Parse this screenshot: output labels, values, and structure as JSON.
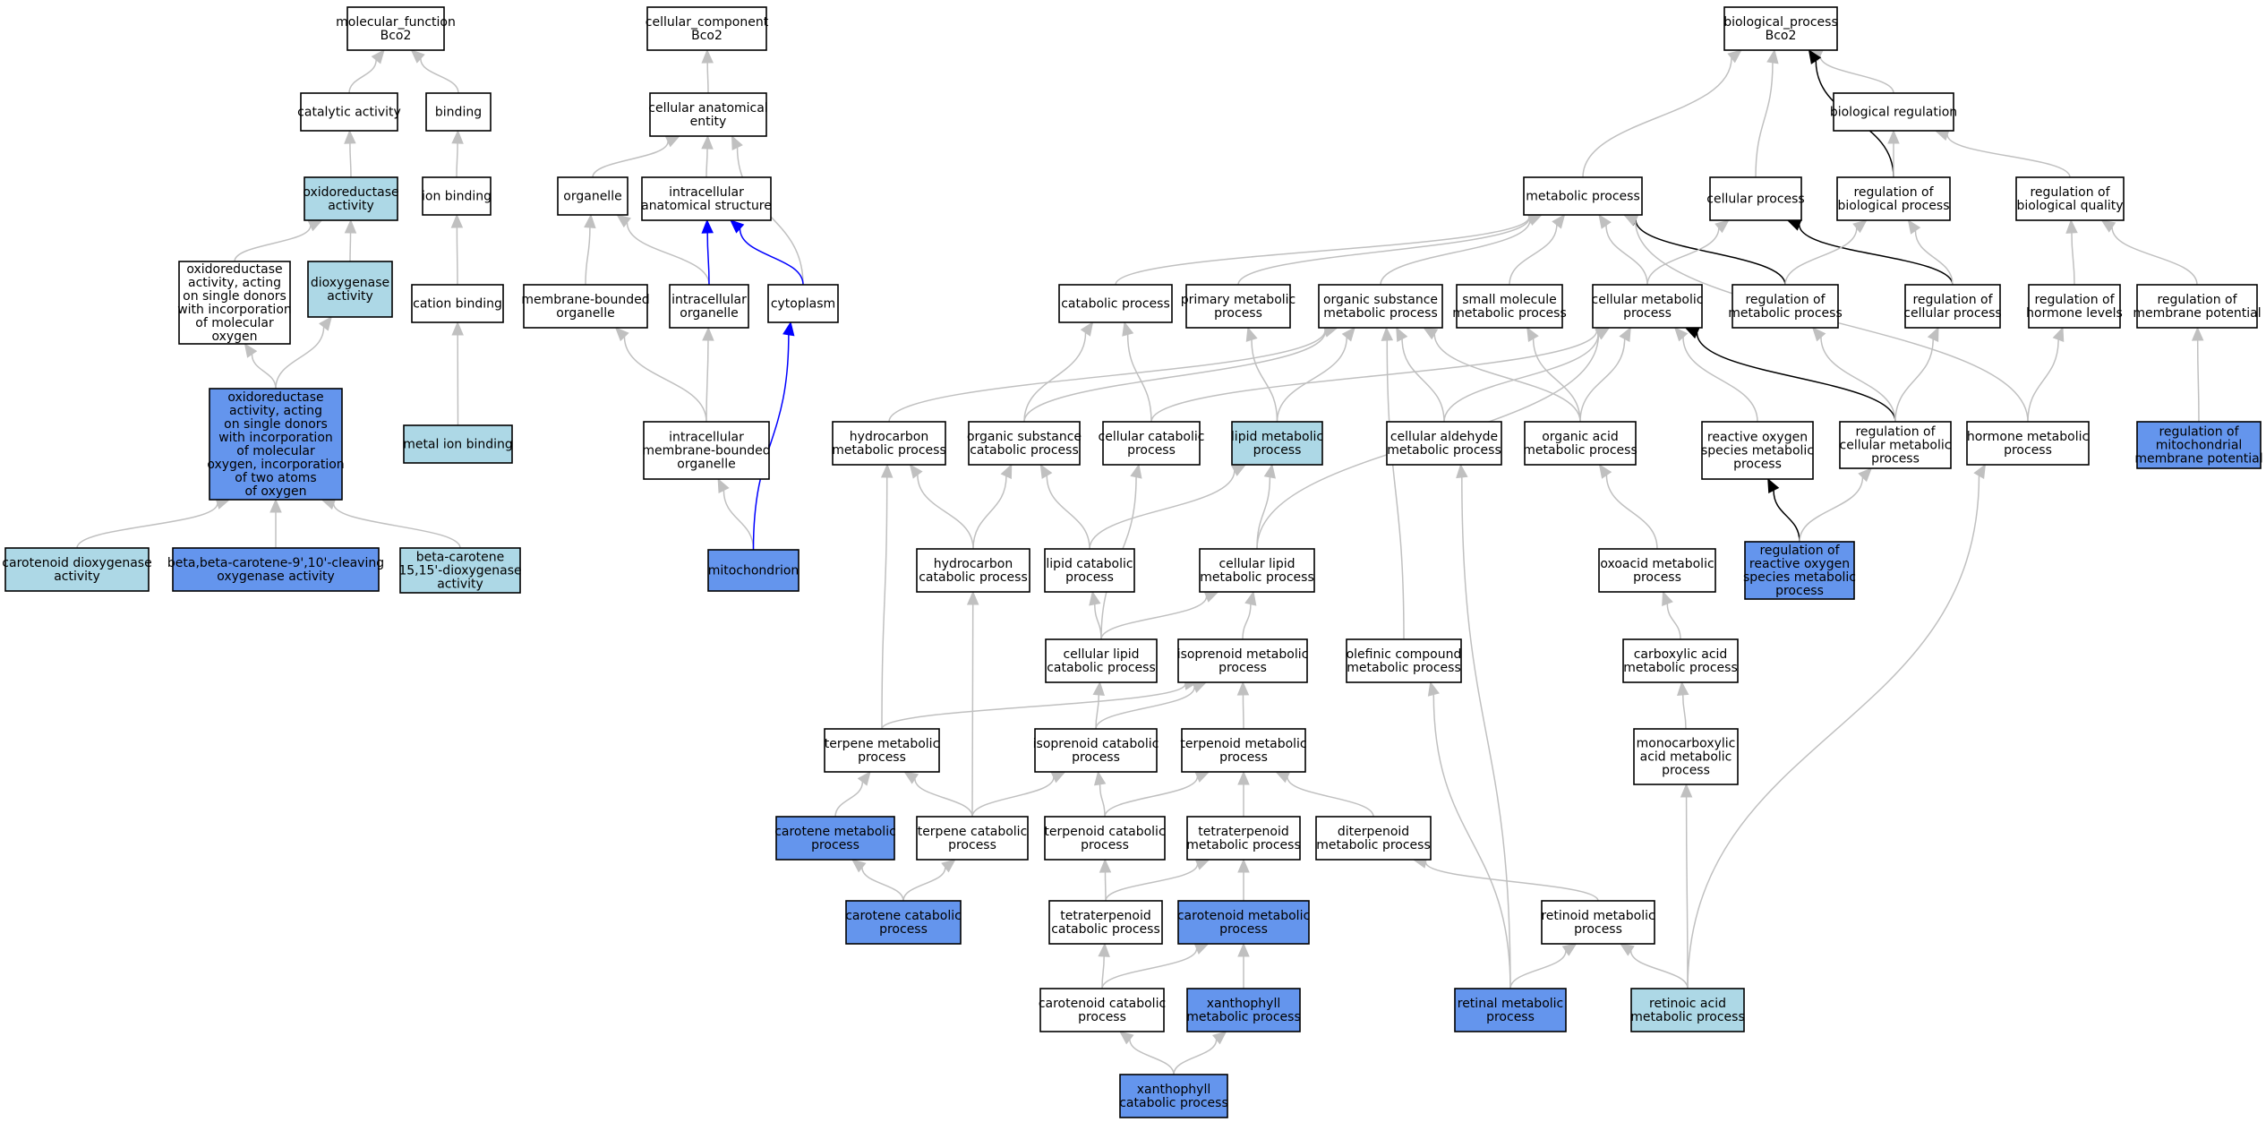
{
  "colors": {
    "white": "#ffffff",
    "light": "#add8e6",
    "dark": "#6495ed",
    "gray": "#c0c0c0",
    "black": "#000000",
    "blue": "#0000ff"
  },
  "nodes": {
    "mf": {
      "lines": [
        "molecular_function",
        "Bco2"
      ],
      "fill": "white"
    },
    "cat": {
      "lines": [
        "catalytic activity"
      ],
      "fill": "white"
    },
    "bind": {
      "lines": [
        "binding"
      ],
      "fill": "white"
    },
    "oxred": {
      "lines": [
        "oxidoreductase",
        "activity"
      ],
      "fill": "light"
    },
    "ionb": {
      "lines": [
        "ion binding"
      ],
      "fill": "white"
    },
    "oxsd": {
      "lines": [
        "oxidoreductase",
        "activity, acting",
        "on single donors",
        "with incorporation",
        "of molecular",
        "oxygen"
      ],
      "fill": "white"
    },
    "diox": {
      "lines": [
        "dioxygenase",
        "activity"
      ],
      "fill": "light"
    },
    "catb": {
      "lines": [
        "cation binding"
      ],
      "fill": "white"
    },
    "oxtwo": {
      "lines": [
        "oxidoreductase",
        "activity, acting",
        "on single donors",
        "with incorporation",
        "of molecular",
        "oxygen, incorporation",
        "of two atoms",
        "of oxygen"
      ],
      "fill": "dark"
    },
    "metb": {
      "lines": [
        "metal ion binding"
      ],
      "fill": "light"
    },
    "cdiox": {
      "lines": [
        "carotenoid dioxygenase",
        "activity"
      ],
      "fill": "light"
    },
    "bbcar": {
      "lines": [
        "beta,beta-carotene-9',10'-cleaving",
        "oxygenase activity"
      ],
      "fill": "dark"
    },
    "bc15": {
      "lines": [
        "beta-carotene",
        "15,15'-dioxygenase",
        "activity"
      ],
      "fill": "light"
    },
    "cc": {
      "lines": [
        "cellular_component",
        "Bco2"
      ],
      "fill": "white"
    },
    "cae": {
      "lines": [
        "cellular anatomical",
        "entity"
      ],
      "fill": "white"
    },
    "org": {
      "lines": [
        "organelle"
      ],
      "fill": "white"
    },
    "ias": {
      "lines": [
        "intracellular",
        "anatomical structure"
      ],
      "fill": "white"
    },
    "mbo": {
      "lines": [
        "membrane-bounded",
        "organelle"
      ],
      "fill": "white"
    },
    "iorg": {
      "lines": [
        "intracellular",
        "organelle"
      ],
      "fill": "white"
    },
    "cyto": {
      "lines": [
        "cytoplasm"
      ],
      "fill": "white"
    },
    "imbo": {
      "lines": [
        "intracellular",
        "membrane-bounded",
        "organelle"
      ],
      "fill": "white"
    },
    "mito": {
      "lines": [
        "mitochondrion"
      ],
      "fill": "dark"
    },
    "bp": {
      "lines": [
        "biological_process",
        "Bco2"
      ],
      "fill": "white"
    },
    "breg": {
      "lines": [
        "biological regulation"
      ],
      "fill": "white"
    },
    "metp": {
      "lines": [
        "metabolic process"
      ],
      "fill": "white"
    },
    "cellp": {
      "lines": [
        "cellular process"
      ],
      "fill": "white"
    },
    "rbp": {
      "lines": [
        "regulation of",
        "biological process"
      ],
      "fill": "white"
    },
    "rbq": {
      "lines": [
        "regulation of",
        "biological quality"
      ],
      "fill": "white"
    },
    "catp": {
      "lines": [
        "catabolic process"
      ],
      "fill": "white"
    },
    "pmp": {
      "lines": [
        "primary metabolic",
        "process"
      ],
      "fill": "white"
    },
    "osmp": {
      "lines": [
        "organic substance",
        "metabolic process"
      ],
      "fill": "white"
    },
    "smmp": {
      "lines": [
        "small molecule",
        "metabolic process"
      ],
      "fill": "white"
    },
    "cmp": {
      "lines": [
        "cellular metabolic",
        "process"
      ],
      "fill": "white"
    },
    "rmp": {
      "lines": [
        "regulation of",
        "metabolic process"
      ],
      "fill": "white"
    },
    "rcp": {
      "lines": [
        "regulation of",
        "cellular process"
      ],
      "fill": "white"
    },
    "rhl": {
      "lines": [
        "regulation of",
        "hormone levels"
      ],
      "fill": "white"
    },
    "rmemp": {
      "lines": [
        "regulation of",
        "membrane potential"
      ],
      "fill": "white"
    },
    "hmp": {
      "lines": [
        "hydrocarbon",
        "metabolic process"
      ],
      "fill": "white"
    },
    "oscp": {
      "lines": [
        "organic substance",
        "catabolic process"
      ],
      "fill": "white"
    },
    "ccp": {
      "lines": [
        "cellular catabolic",
        "process"
      ],
      "fill": "white"
    },
    "lmp": {
      "lines": [
        "lipid metabolic",
        "process"
      ],
      "fill": "light"
    },
    "camp": {
      "lines": [
        "cellular aldehyde",
        "metabolic process"
      ],
      "fill": "white"
    },
    "oamp": {
      "lines": [
        "organic acid",
        "metabolic process"
      ],
      "fill": "white"
    },
    "rosmp": {
      "lines": [
        "reactive oxygen",
        "species metabolic",
        "process"
      ],
      "fill": "white"
    },
    "rcmp": {
      "lines": [
        "regulation of",
        "cellular metabolic",
        "process"
      ],
      "fill": "white"
    },
    "hormp": {
      "lines": [
        "hormone metabolic",
        "process"
      ],
      "fill": "white"
    },
    "rmmp": {
      "lines": [
        "regulation of",
        "mitochondrial",
        "membrane potential"
      ],
      "fill": "dark"
    },
    "hcp": {
      "lines": [
        "hydrocarbon",
        "catabolic process"
      ],
      "fill": "white"
    },
    "lcp": {
      "lines": [
        "lipid catabolic",
        "process"
      ],
      "fill": "white"
    },
    "clmp": {
      "lines": [
        "cellular lipid",
        "metabolic process"
      ],
      "fill": "white"
    },
    "oxmp": {
      "lines": [
        "oxoacid metabolic",
        "process"
      ],
      "fill": "white"
    },
    "rrosmp": {
      "lines": [
        "regulation of",
        "reactive oxygen",
        "species metabolic",
        "process"
      ],
      "fill": "dark"
    },
    "clcp": {
      "lines": [
        "cellular lipid",
        "catabolic process"
      ],
      "fill": "white"
    },
    "isomp": {
      "lines": [
        "isoprenoid metabolic",
        "process"
      ],
      "fill": "white"
    },
    "ocmp": {
      "lines": [
        "olefinic compound",
        "metabolic process"
      ],
      "fill": "white"
    },
    "cbamp": {
      "lines": [
        "carboxylic acid",
        "metabolic process"
      ],
      "fill": "white"
    },
    "termp": {
      "lines": [
        "terpene metabolic",
        "process"
      ],
      "fill": "white"
    },
    "isocp": {
      "lines": [
        "isoprenoid catabolic",
        "process"
      ],
      "fill": "white"
    },
    "tdmp": {
      "lines": [
        "terpenoid metabolic",
        "process"
      ],
      "fill": "white"
    },
    "mcamp": {
      "lines": [
        "monocarboxylic",
        "acid metabolic",
        "process"
      ],
      "fill": "white"
    },
    "carmp": {
      "lines": [
        "carotene metabolic",
        "process"
      ],
      "fill": "dark"
    },
    "tercp": {
      "lines": [
        "terpene catabolic",
        "process"
      ],
      "fill": "white"
    },
    "tdcp": {
      "lines": [
        "terpenoid catabolic",
        "process"
      ],
      "fill": "white"
    },
    "ttmp": {
      "lines": [
        "tetraterpenoid",
        "metabolic process"
      ],
      "fill": "white"
    },
    "ditmp": {
      "lines": [
        "diterpenoid",
        "metabolic process"
      ],
      "fill": "white"
    },
    "carcp": {
      "lines": [
        "carotene catabolic",
        "process"
      ],
      "fill": "dark"
    },
    "ttcp": {
      "lines": [
        "tetraterpenoid",
        "catabolic process"
      ],
      "fill": "white"
    },
    "cdmp": {
      "lines": [
        "carotenoid metabolic",
        "process"
      ],
      "fill": "dark"
    },
    "retmp": {
      "lines": [
        "retinoid metabolic",
        "process"
      ],
      "fill": "white"
    },
    "cdcp": {
      "lines": [
        "carotenoid catabolic",
        "process"
      ],
      "fill": "white"
    },
    "xmp": {
      "lines": [
        "xanthophyll",
        "metabolic process"
      ],
      "fill": "dark"
    },
    "rtlmp": {
      "lines": [
        "retinal metabolic",
        "process"
      ],
      "fill": "dark"
    },
    "ramp": {
      "lines": [
        "retinoic acid",
        "metabolic process"
      ],
      "fill": "light"
    },
    "xcp": {
      "lines": [
        "xanthophyll",
        "catabolic process"
      ],
      "fill": "dark"
    }
  },
  "edges": [
    {
      "from": "cat",
      "to": "mf",
      "color": "gray"
    },
    {
      "from": "bind",
      "to": "mf",
      "color": "gray"
    },
    {
      "from": "oxred",
      "to": "cat",
      "color": "gray"
    },
    {
      "from": "ionb",
      "to": "bind",
      "color": "gray"
    },
    {
      "from": "oxsd",
      "to": "oxred",
      "color": "gray"
    },
    {
      "from": "diox",
      "to": "oxred",
      "color": "gray"
    },
    {
      "from": "catb",
      "to": "ionb",
      "color": "gray"
    },
    {
      "from": "oxtwo",
      "to": "oxsd",
      "color": "gray"
    },
    {
      "from": "oxtwo",
      "to": "diox",
      "color": "gray"
    },
    {
      "from": "metb",
      "to": "catb",
      "color": "gray"
    },
    {
      "from": "cdiox",
      "to": "oxtwo",
      "color": "gray"
    },
    {
      "from": "bbcar",
      "to": "oxtwo",
      "color": "gray"
    },
    {
      "from": "bc15",
      "to": "oxtwo",
      "color": "gray"
    },
    {
      "from": "cae",
      "to": "cc",
      "color": "gray"
    },
    {
      "from": "org",
      "to": "cae",
      "color": "gray"
    },
    {
      "from": "ias",
      "to": "cae",
      "color": "gray"
    },
    {
      "from": "cyto",
      "to": "cae",
      "color": "gray"
    },
    {
      "from": "mbo",
      "to": "org",
      "color": "gray"
    },
    {
      "from": "iorg",
      "to": "org",
      "color": "gray"
    },
    {
      "from": "iorg",
      "to": "ias",
      "color": "blue"
    },
    {
      "from": "cyto",
      "to": "ias",
      "color": "blue"
    },
    {
      "from": "imbo",
      "to": "mbo",
      "color": "gray"
    },
    {
      "from": "imbo",
      "to": "iorg",
      "color": "gray"
    },
    {
      "from": "mito",
      "to": "imbo",
      "color": "gray"
    },
    {
      "from": "mito",
      "to": "cyto",
      "color": "blue"
    },
    {
      "from": "metp",
      "to": "bp",
      "color": "gray"
    },
    {
      "from": "cellp",
      "to": "bp",
      "color": "gray"
    },
    {
      "from": "breg",
      "to": "bp",
      "color": "gray"
    },
    {
      "from": "rbp",
      "to": "bp",
      "color": "black"
    },
    {
      "from": "rbp",
      "to": "breg",
      "color": "gray"
    },
    {
      "from": "rbq",
      "to": "breg",
      "color": "gray"
    },
    {
      "from": "catp",
      "to": "metp",
      "color": "gray"
    },
    {
      "from": "pmp",
      "to": "metp",
      "color": "gray"
    },
    {
      "from": "osmp",
      "to": "metp",
      "color": "gray"
    },
    {
      "from": "smmp",
      "to": "metp",
      "color": "gray"
    },
    {
      "from": "cmp",
      "to": "metp",
      "color": "gray"
    },
    {
      "from": "rmp",
      "to": "metp",
      "color": "black"
    },
    {
      "from": "hormp",
      "to": "metp",
      "color": "gray"
    },
    {
      "from": "cmp",
      "to": "cellp",
      "color": "gray"
    },
    {
      "from": "rcp",
      "to": "cellp",
      "color": "black"
    },
    {
      "from": "rmp",
      "to": "rbp",
      "color": "gray"
    },
    {
      "from": "rcp",
      "to": "rbp",
      "color": "gray"
    },
    {
      "from": "rhl",
      "to": "rbq",
      "color": "gray"
    },
    {
      "from": "rmemp",
      "to": "rbq",
      "color": "gray"
    },
    {
      "from": "hmp",
      "to": "osmp",
      "color": "gray"
    },
    {
      "from": "oscp",
      "to": "catp",
      "color": "gray"
    },
    {
      "from": "oscp",
      "to": "osmp",
      "color": "gray"
    },
    {
      "from": "ccp",
      "to": "catp",
      "color": "gray"
    },
    {
      "from": "ccp",
      "to": "cmp",
      "color": "gray"
    },
    {
      "from": "lmp",
      "to": "pmp",
      "color": "gray"
    },
    {
      "from": "lmp",
      "to": "osmp",
      "color": "gray"
    },
    {
      "from": "camp",
      "to": "osmp",
      "color": "gray"
    },
    {
      "from": "camp",
      "to": "cmp",
      "color": "gray"
    },
    {
      "from": "ocmp",
      "to": "osmp",
      "color": "gray"
    },
    {
      "from": "oamp",
      "to": "osmp",
      "color": "gray"
    },
    {
      "from": "oamp",
      "to": "smmp",
      "color": "gray"
    },
    {
      "from": "oamp",
      "to": "cmp",
      "color": "gray"
    },
    {
      "from": "rosmp",
      "to": "cmp",
      "color": "gray"
    },
    {
      "from": "rcmp",
      "to": "cmp",
      "color": "black"
    },
    {
      "from": "rcmp",
      "to": "rmp",
      "color": "gray"
    },
    {
      "from": "rcmp",
      "to": "rcp",
      "color": "gray"
    },
    {
      "from": "hormp",
      "to": "rhl",
      "color": "gray"
    },
    {
      "from": "rmmp",
      "to": "rmemp",
      "color": "gray"
    },
    {
      "from": "hcp",
      "to": "hmp",
      "color": "gray"
    },
    {
      "from": "hcp",
      "to": "oscp",
      "color": "gray"
    },
    {
      "from": "lcp",
      "to": "oscp",
      "color": "gray"
    },
    {
      "from": "lcp",
      "to": "lmp",
      "color": "gray"
    },
    {
      "from": "clmp",
      "to": "lmp",
      "color": "gray"
    },
    {
      "from": "clmp",
      "to": "cmp",
      "color": "gray"
    },
    {
      "from": "oxmp",
      "to": "oamp",
      "color": "gray"
    },
    {
      "from": "rrosmp",
      "to": "rosmp",
      "color": "black"
    },
    {
      "from": "rrosmp",
      "to": "rcmp",
      "color": "gray"
    },
    {
      "from": "clcp",
      "to": "ccp",
      "color": "gray"
    },
    {
      "from": "clcp",
      "to": "lcp",
      "color": "gray"
    },
    {
      "from": "clcp",
      "to": "clmp",
      "color": "gray"
    },
    {
      "from": "isomp",
      "to": "clmp",
      "color": "gray"
    },
    {
      "from": "cbamp",
      "to": "oxmp",
      "color": "gray"
    },
    {
      "from": "termp",
      "to": "hmp",
      "color": "gray"
    },
    {
      "from": "termp",
      "to": "isomp",
      "color": "gray"
    },
    {
      "from": "isocp",
      "to": "clcp",
      "color": "gray"
    },
    {
      "from": "isocp",
      "to": "isomp",
      "color": "gray"
    },
    {
      "from": "tdmp",
      "to": "isomp",
      "color": "gray"
    },
    {
      "from": "mcamp",
      "to": "cbamp",
      "color": "gray"
    },
    {
      "from": "carmp",
      "to": "termp",
      "color": "gray"
    },
    {
      "from": "tercp",
      "to": "termp",
      "color": "gray"
    },
    {
      "from": "tercp",
      "to": "hcp",
      "color": "gray"
    },
    {
      "from": "tercp",
      "to": "isocp",
      "color": "gray"
    },
    {
      "from": "tdcp",
      "to": "isocp",
      "color": "gray"
    },
    {
      "from": "tdcp",
      "to": "tdmp",
      "color": "gray"
    },
    {
      "from": "ttmp",
      "to": "tdmp",
      "color": "gray"
    },
    {
      "from": "ditmp",
      "to": "tdmp",
      "color": "gray"
    },
    {
      "from": "carcp",
      "to": "carmp",
      "color": "gray"
    },
    {
      "from": "carcp",
      "to": "tercp",
      "color": "gray"
    },
    {
      "from": "ttcp",
      "to": "tdcp",
      "color": "gray"
    },
    {
      "from": "ttcp",
      "to": "ttmp",
      "color": "gray"
    },
    {
      "from": "cdmp",
      "to": "ttmp",
      "color": "gray"
    },
    {
      "from": "retmp",
      "to": "ditmp",
      "color": "gray"
    },
    {
      "from": "cdcp",
      "to": "ttcp",
      "color": "gray"
    },
    {
      "from": "cdcp",
      "to": "cdmp",
      "color": "gray"
    },
    {
      "from": "xmp",
      "to": "cdmp",
      "color": "gray"
    },
    {
      "from": "xcp",
      "to": "cdcp",
      "color": "gray"
    },
    {
      "from": "xcp",
      "to": "xmp",
      "color": "gray"
    },
    {
      "from": "rtlmp",
      "to": "retmp",
      "color": "gray"
    },
    {
      "from": "rtlmp",
      "to": "ocmp",
      "color": "gray"
    },
    {
      "from": "rtlmp",
      "to": "camp",
      "color": "gray"
    },
    {
      "from": "ramp",
      "to": "retmp",
      "color": "gray"
    },
    {
      "from": "ramp",
      "to": "mcamp",
      "color": "gray"
    },
    {
      "from": "ramp",
      "to": "hormp",
      "color": "gray"
    }
  ]
}
